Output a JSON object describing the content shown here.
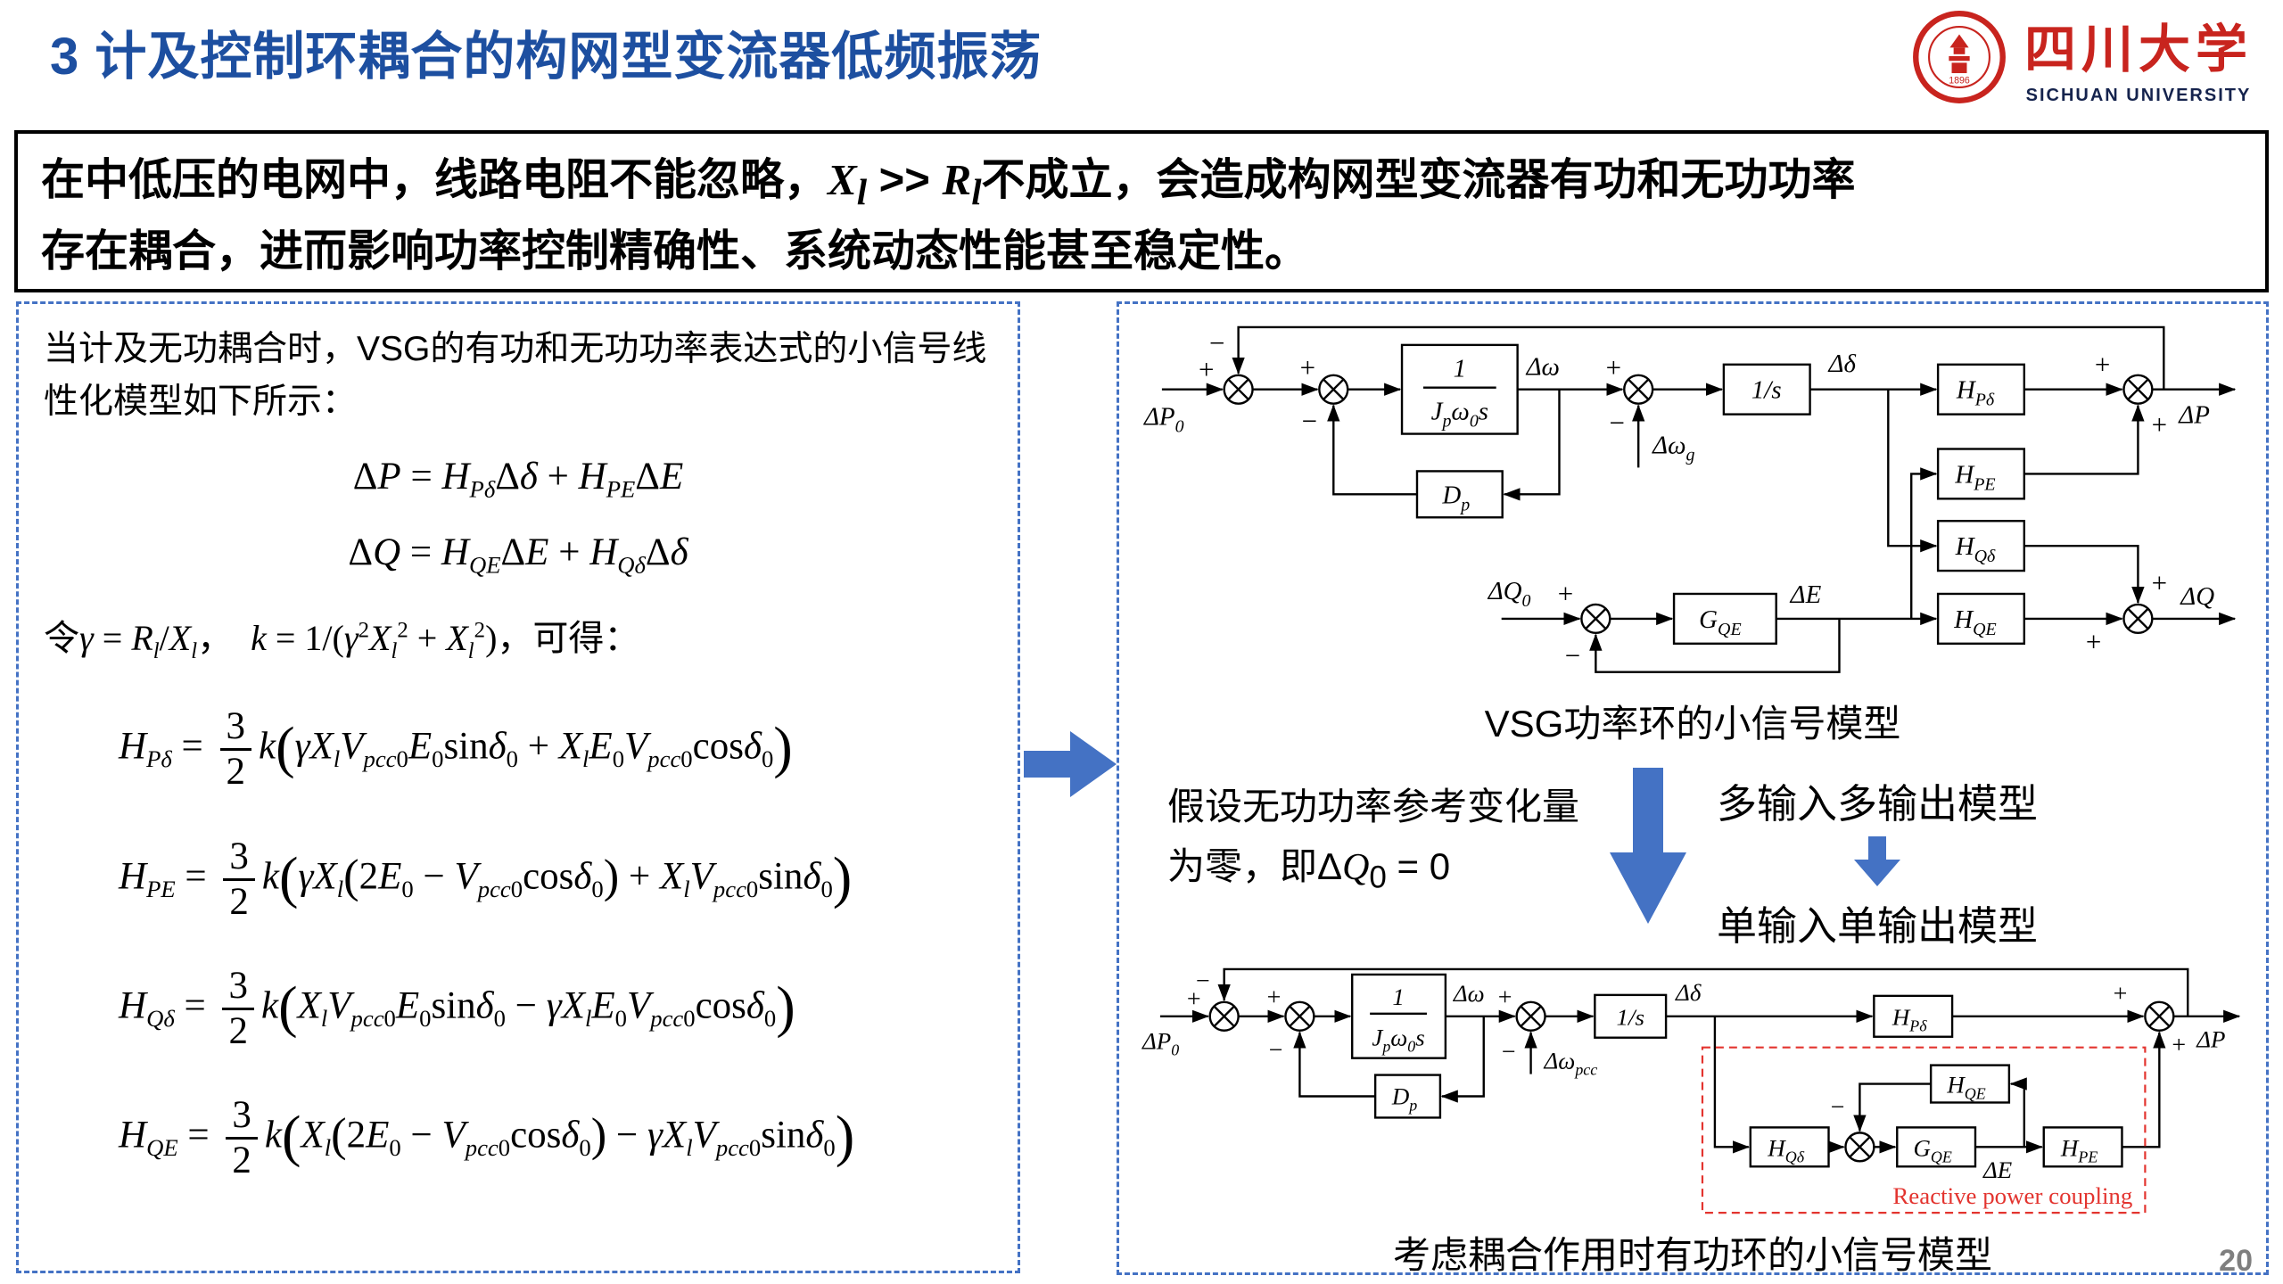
{
  "header": {
    "title": "3 计及控制环耦合的构网型变流器低频振荡",
    "logo": {
      "seal_year": "1896",
      "name_zh": "四川大学",
      "name_en": "SICHUAN UNIVERSITY"
    }
  },
  "banner": {
    "line1_html": "在中低压的电网中，线路电阻不能忽略，<i class='mv'>X<sub>l</sub></i> &gt;&gt; <i class='mv'>R<sub>l</sub></i>不成立，会造成构网型变流器有功和无功功率",
    "line2": "存在耦合，进而影响功率控制精确性、系统动态性能甚至稳定性。"
  },
  "left": {
    "intro": "当计及无功耦合时，VSG的有功和无功功率表达式的小信号线性化模型如下所示：",
    "eq_dP_html": "Δ<i>P</i> = <i>H</i><sub><i>Pδ</i></sub>Δ<i>δ</i> + <i>H</i><sub><i>PE</i></sub>Δ<i>E</i>",
    "eq_dQ_html": "Δ<i>Q</i> = <i>H</i><sub><i>QE</i></sub>Δ<i>E</i> + <i>H</i><sub><i>Qδ</i></sub>Δ<i>δ</i>",
    "eq_gamma_html": "令<i>γ</i> = <i>R</i><sub><i>l</i></sub>/<i>X</i><sub><i>l</i></sub>，&nbsp;&nbsp;<i>k</i> = 1/(<i>γ</i><sup>2</sup><i>X</i><sub><i>l</i></sub><sup>2</sup> + <i>X</i><sub><i>l</i></sub><sup>2</sup>)，可得：",
    "eq_HPd_html": "<i>H</i><sub><i>Pδ</i></sub> = <span class='fr'><span class='ft'>3</span><span class='fb'>2</span></span><i>k</i><span class='bp'>(</span><i>γX</i><sub><i>l</i></sub><i>V</i><sub><i>pcc</i>0</sub><i>E</i><sub>0</sub>sin<i>δ</i><sub>0</sub> + <i>X</i><sub><i>l</i></sub><i>E</i><sub>0</sub><i>V</i><sub><i>pcc</i>0</sub>cos<i>δ</i><sub>0</sub><span class='bp'>)</span>",
    "eq_HPE_html": "<i>H</i><sub><i>PE</i></sub> = <span class='fr'><span class='ft'>3</span><span class='fb'>2</span></span><i>k</i><span class='bp'>(</span><i>γX</i><sub><i>l</i></sub><span class='mp'>(</span>2<i>E</i><sub>0</sub> − <i>V</i><sub><i>pcc</i>0</sub>cos<i>δ</i><sub>0</sub><span class='mp'>)</span> + <i>X</i><sub><i>l</i></sub><i>V</i><sub><i>pcc</i>0</sub>sin<i>δ</i><sub>0</sub><span class='bp'>)</span>",
    "eq_HQd_html": "<i>H</i><sub><i>Qδ</i></sub> = <span class='fr'><span class='ft'>3</span><span class='fb'>2</span></span><i>k</i><span class='bp'>(</span><i>X</i><sub><i>l</i></sub><i>V</i><sub><i>pcc</i>0</sub><i>E</i><sub>0</sub>sin<i>δ</i><sub>0</sub> − <i>γX</i><sub><i>l</i></sub><i>E</i><sub>0</sub><i>V</i><sub><i>pcc</i>0</sub>cos<i>δ</i><sub>0</sub><span class='bp'>)</span>",
    "eq_HQE_html": "<i>H</i><sub><i>QE</i></sub> = <span class='fr'><span class='ft'>3</span><span class='fb'>2</span></span><i>k</i><span class='bp'>(</span><i>X</i><sub><i>l</i></sub><span class='mp'>(</span>2<i>E</i><sub>0</sub> − <i>V</i><sub><i>pcc</i>0</sub>cos<i>δ</i><sub>0</sub><span class='mp'>)</span> − <i>γX</i><sub><i>l</i></sub><i>V</i><sub><i>pcc</i>0</sub>sin<i>δ</i><sub>0</sub><span class='bp'>)</span>"
  },
  "right": {
    "caption_top": "VSG功率环的小信号模型",
    "assumption_line1": "假设无功功率参考变化量",
    "assumption_line2_html": "为零，即Δ<i class='mv'>Q</i><sub>0</sub> = 0",
    "mimo_label": "多输入多输出模型",
    "siso_label": "单输入单输出模型",
    "caption_bottom": "考虑耦合作用时有功环的小信号模型",
    "coupling_label": "Reactive power coupling"
  },
  "sym": {
    "plus": "+",
    "minus": "−",
    "one": "1",
    "invs": "1/s",
    "J": "J",
    "p": "p",
    "w": "ω",
    "zero": "0",
    "s": "s",
    "D": "D",
    "H": "H",
    "G": "G",
    "Pd": "Pδ",
    "PE": "PE",
    "Qd": "Qδ",
    "QE": "QE",
    "dP": "ΔP",
    "dQ": "ΔQ",
    "dw": "Δω",
    "dd": "Δδ",
    "dE": "ΔE",
    "g": "g",
    "pcc": "pcc"
  },
  "footer": {
    "page": "20"
  }
}
